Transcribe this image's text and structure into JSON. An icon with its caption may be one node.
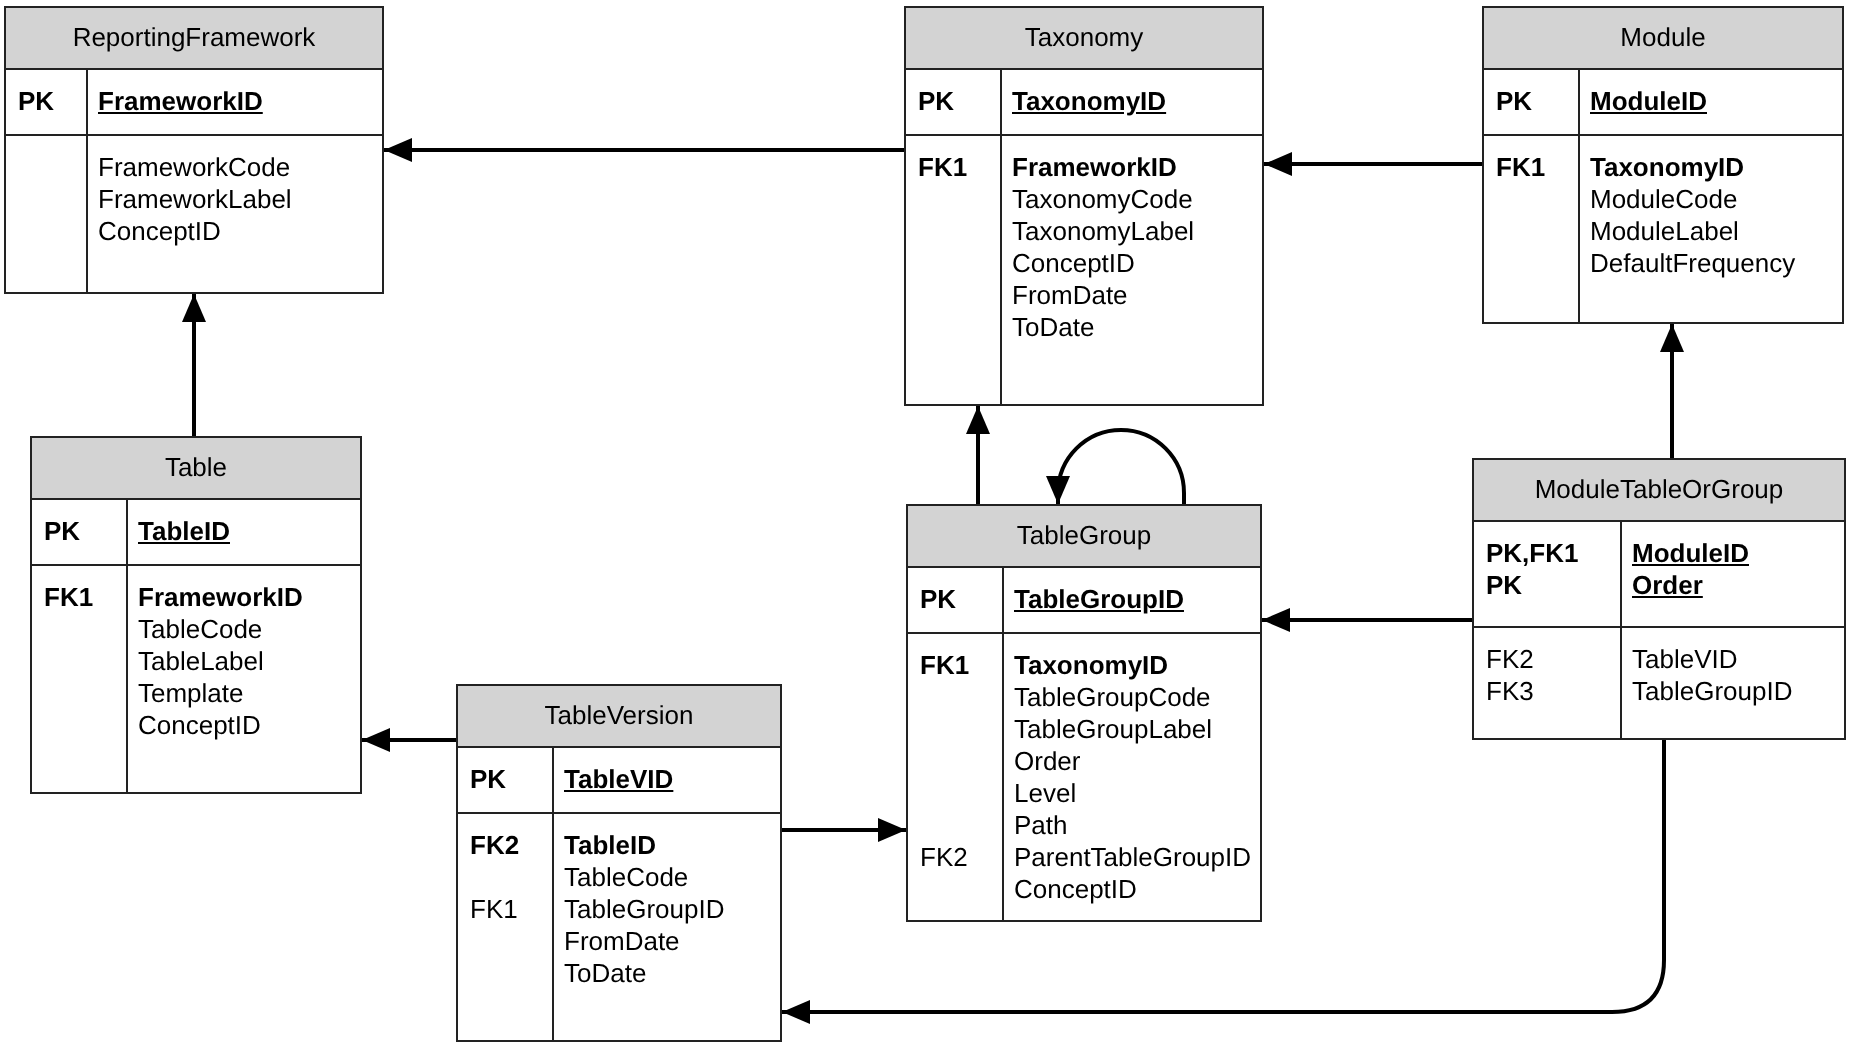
{
  "diagram": {
    "nodes": [
      {
        "text": [
          "ReportingFramework",
          "PK",
          "FrameworkID",
          "FrameworkCode",
          "FrameworkLabel",
          "ConceptID"
        ]
      },
      {
        "text": [
          "Taxonomy",
          "PK",
          "TaxonomyID",
          "FK1",
          "FrameworkID",
          "TaxonomyCode",
          "TaxonomyLabel",
          "ConceptID",
          "FromDate",
          "ToDate"
        ]
      },
      {
        "text": [
          "Module",
          "PK",
          "ModuleID",
          "FK1",
          "TaxonomyID",
          "ModuleCode",
          "ModuleLabel",
          "DefaultFrequency"
        ]
      },
      {
        "text": [
          "Table",
          "PK",
          "TableID",
          "FK1",
          "FrameworkID",
          "TableCode",
          "TableLabel",
          "Template",
          "ConceptID"
        ]
      },
      {
        "text": [
          "TableGroup",
          "PK",
          "TableGroupID",
          "FK1",
          "TaxonomyID",
          "TableGroupCode",
          "TableGroupLabel",
          "Order",
          "Level",
          "Path",
          "FK2",
          "ParentTableGroupID",
          "ConceptID"
        ]
      },
      {
        "text": [
          "ModuleTableOrGroup",
          "PK,FK1",
          "ModuleID",
          "PK",
          "Order",
          "FK2",
          "TableVID",
          "FK3",
          "TableGroupID"
        ]
      },
      {
        "text": [
          "TableVersion",
          "PK",
          "TableVID",
          "FK2",
          "TableID",
          "TableCode",
          "FK1",
          "TableGroupID",
          "FromDate",
          "ToDate"
        ]
      }
    ],
    "edges": [
      {
        "from": 1,
        "to": 0,
        "arrow": "to"
      },
      {
        "from": 2,
        "to": 1,
        "arrow": "to"
      },
      {
        "from": 3,
        "to": 0,
        "arrow": "to"
      },
      {
        "from": 4,
        "to": 1,
        "arrow": "to"
      },
      {
        "from": 4,
        "to": 4,
        "arrow": "to"
      },
      {
        "from": 5,
        "to": 2,
        "arrow": "to"
      },
      {
        "from": 5,
        "to": 4,
        "arrow": "to"
      },
      {
        "from": 6,
        "to": 3,
        "arrow": "to"
      },
      {
        "from": 6,
        "to": 4,
        "arrow": "to"
      },
      {
        "from": 5,
        "to": 6,
        "arrow": "to"
      }
    ]
  }
}
